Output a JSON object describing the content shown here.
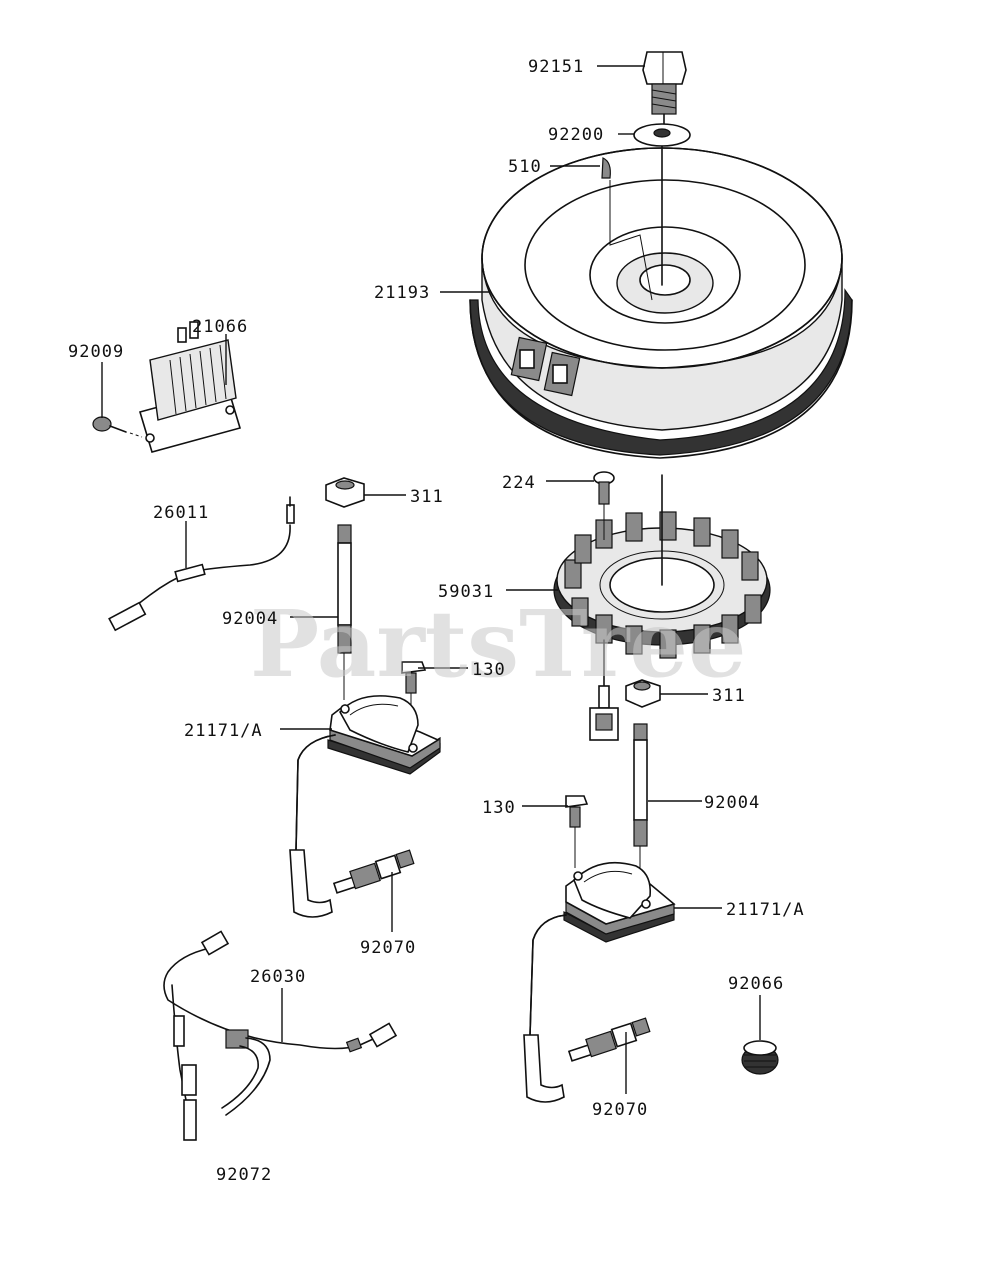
{
  "watermark": "PartsTree",
  "parts": {
    "p92151": "92151",
    "p92200": "92200",
    "p510": "510",
    "p21193": "21193",
    "p21066": "21066",
    "p92009": "92009",
    "p224": "224",
    "p311_top": "311",
    "p26011": "26011",
    "p59031": "59031",
    "p92004_left": "92004",
    "p130_left": "130",
    "p311_right": "311",
    "p21171A_left": "21171/A",
    "p130_right": "130",
    "p92004_right": "92004",
    "p21171A_right": "21171/A",
    "p92070_left": "92070",
    "p26030": "26030",
    "p92066": "92066",
    "p92070_right": "92070",
    "p92072": "92072"
  }
}
